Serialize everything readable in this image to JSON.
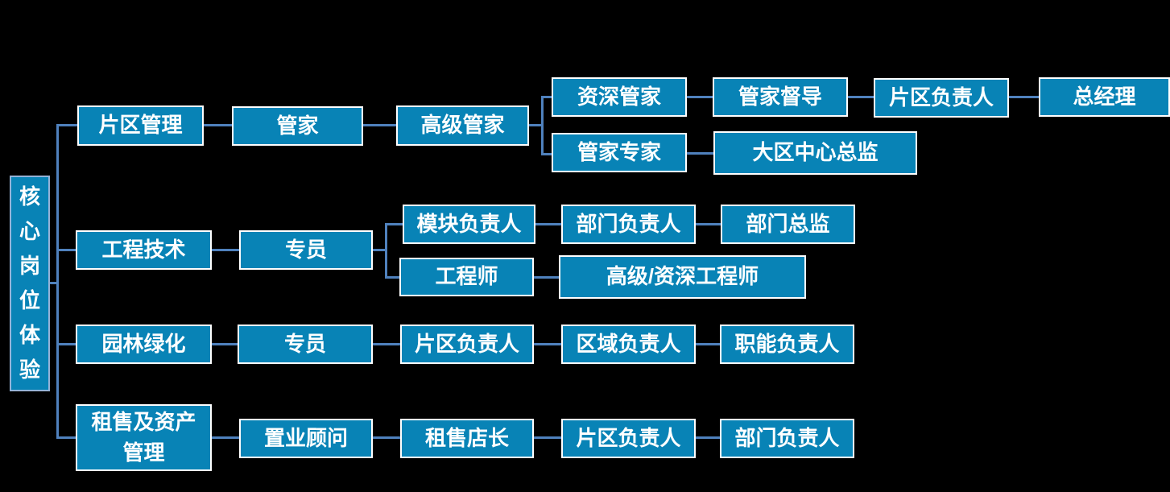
{
  "diagram": {
    "title": "核心岗位体验",
    "type": "career-path-org-diagram",
    "colors": {
      "background": "#000000",
      "node_fill": "#0883B6",
      "node_border": "#FFFFFF",
      "root_node_border": "#95B3D7",
      "connector": "#4F81BD",
      "text": "#FFFFFF"
    },
    "nodes": {
      "root": "核心岗位体验",
      "r1_1": "片区管理",
      "r1_2": "管家",
      "r1_3": "高级管家",
      "r1_4": "资深管家",
      "r1_5": "管家督导",
      "r1_6": "片区负责人",
      "r1_7": "总经理",
      "r1_8": "管家专家",
      "r1_9": "大区中心总监",
      "r2_1": "工程技术",
      "r2_2": "专员",
      "r2_3": "模块负责人",
      "r2_4": "部门负责人",
      "r2_5": "部门总监",
      "r2_6": "工程师",
      "r2_7": "高级/资深工程师",
      "r3_1": "园林绿化",
      "r3_2": "专员",
      "r3_3": "片区负责人",
      "r3_4": "区域负责人",
      "r3_5": "职能负责人",
      "r4_1": "租售及资产管理",
      "r4_2": "置业顾问",
      "r4_3": "租售店长",
      "r4_4": "片区负责人",
      "r4_5": "部门负责人"
    },
    "edges": [
      "核心岗位体验 → 片区管理",
      "核心岗位体验 → 工程技术",
      "核心岗位体验 → 园林绿化",
      "核心岗位体验 → 租售及资产管理",
      "片区管理 → 管家 → 高级管家",
      "高级管家 → 资深管家 → 管家督导 → 片区负责人 → 总经理",
      "高级管家 → 管家专家 → 大区中心总监",
      "工程技术 → 专员",
      "专员 → 模块负责人 → 部门负责人 → 部门总监",
      "专员 → 工程师 → 高级/资深工程师",
      "园林绿化 → 专员 → 片区负责人 → 区域负责人 → 职能负责人",
      "租售及资产管理 → 置业顾问 → 租售店长 → 片区负责人 → 部门负责人"
    ]
  }
}
